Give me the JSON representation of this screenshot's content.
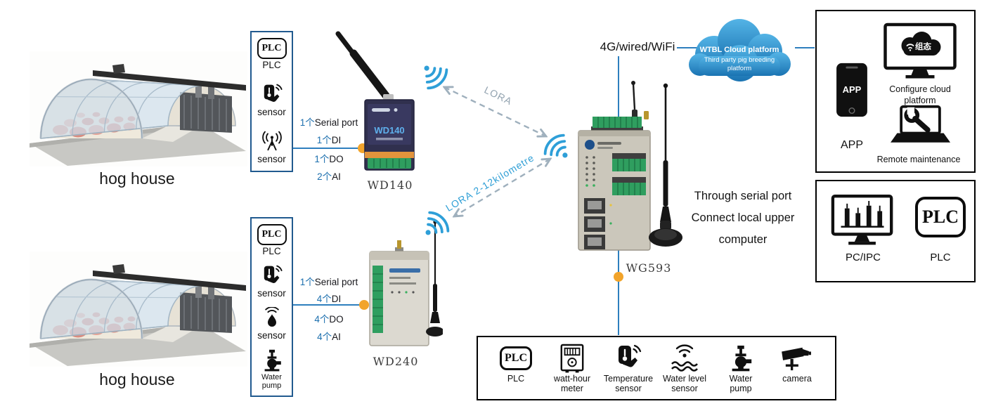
{
  "colors": {
    "line_blue": "#2e7fbe",
    "dot_orange": "#f2a42b",
    "arrow_gray": "#9fb0bd",
    "lora_blue": "#2f9fd6",
    "cloud_blue": "#2a93d5"
  },
  "glyphs": {
    "plc": "PLC",
    "app_screen": "APP",
    "cloud_config": "组态"
  },
  "hog_house_top": {
    "label": "hog house"
  },
  "hog_house_bottom": {
    "label": "hog house"
  },
  "sensor_box_top": {
    "items": [
      {
        "label": "PLC"
      },
      {
        "label": "sensor"
      },
      {
        "label": "sensor"
      }
    ]
  },
  "sensor_box_bottom": {
    "items": [
      {
        "label": "PLC"
      },
      {
        "label": "sensor"
      },
      {
        "label": "sensor"
      },
      {
        "label": "Water pump"
      }
    ]
  },
  "wd140": {
    "name": "WD140",
    "device_text": "WD140",
    "ports": [
      {
        "num": "1个",
        "text": "Serial port"
      },
      {
        "num": "1个",
        "text": "DI"
      },
      {
        "num": "1个",
        "text": "DO"
      },
      {
        "num": "2个",
        "text": "AI"
      }
    ]
  },
  "wd240": {
    "name": "WD240",
    "ports": [
      {
        "num": "1个",
        "text": "Serial port"
      },
      {
        "num": "4个",
        "text": "DI"
      },
      {
        "num": "4个",
        "text": "DO"
      },
      {
        "num": "4个",
        "text": "AI"
      }
    ]
  },
  "gateway": {
    "name": "WG593"
  },
  "links": {
    "lora_top": "LORA",
    "lora_bottom": "LORA  2-12kilometre",
    "uplink": "4G/wired/WiFi"
  },
  "cloud": {
    "line1": "WTBL Cloud platform",
    "line2": "Third party pig breeding",
    "line3": "platform"
  },
  "cloud_services_box": {
    "app_label": "APP",
    "configure_line1": "Configure cloud",
    "configure_line2": "platform",
    "remote_label": "Remote maintenance"
  },
  "local_box": {
    "note_line1": "Through serial port",
    "note_line2": "Connect local upper",
    "note_line3": "computer",
    "pc_label": "PC/IPC",
    "plc_label": "PLC"
  },
  "peripheral_box": {
    "items": [
      {
        "line1": "PLC",
        "line2": ""
      },
      {
        "line1": "watt-hour",
        "line2": "meter"
      },
      {
        "line1": "Temperature",
        "line2": "sensor"
      },
      {
        "line1": "Water level",
        "line2": "sensor"
      },
      {
        "line1": "Water",
        "line2": "pump"
      },
      {
        "line1": "camera",
        "line2": ""
      }
    ]
  }
}
